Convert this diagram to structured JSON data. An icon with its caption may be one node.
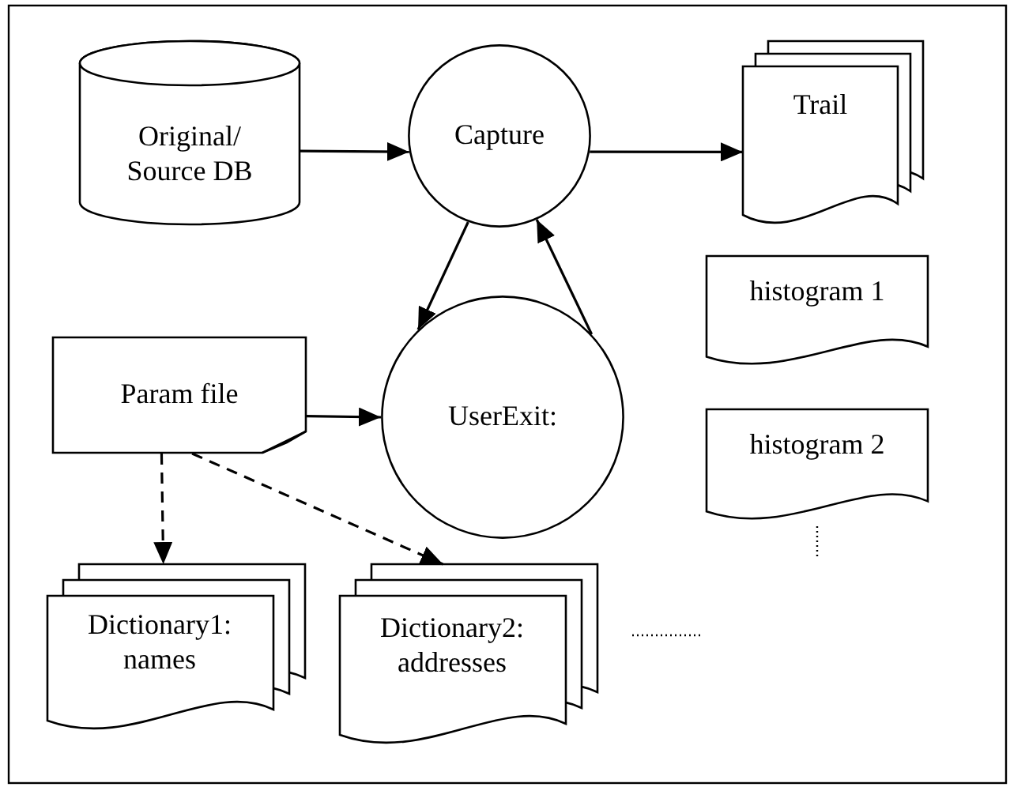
{
  "diagram": {
    "nodes": [
      {
        "text": [
          "Original/ Source DB"
        ]
      },
      {
        "text": [
          "Capture"
        ]
      },
      {
        "text": [
          "Trail"
        ]
      },
      {
        "text": [
          "histogram 1"
        ]
      },
      {
        "text": [
          "Param file"
        ]
      },
      {
        "text": [
          "UserExit:"
        ]
      },
      {
        "text": [
          "histogram 2"
        ]
      },
      {
        "text": [
          "Dictionary1: names"
        ]
      },
      {
        "text": [
          "Dictionary2: addresses"
        ]
      }
    ],
    "edges": [
      {
        "from": 0,
        "to": 1,
        "arrow": "to"
      },
      {
        "from": 1,
        "to": 2,
        "arrow": "to"
      },
      {
        "from": 1,
        "to": 5,
        "arrow": "to"
      },
      {
        "from": 5,
        "to": 1,
        "arrow": "to"
      },
      {
        "from": 4,
        "to": 5,
        "arrow": "to"
      },
      {
        "from": 4,
        "to": 7,
        "arrow": "to",
        "style": "dashed"
      },
      {
        "from": 4,
        "to": 8,
        "arrow": "to",
        "style": "dashed"
      }
    ]
  }
}
